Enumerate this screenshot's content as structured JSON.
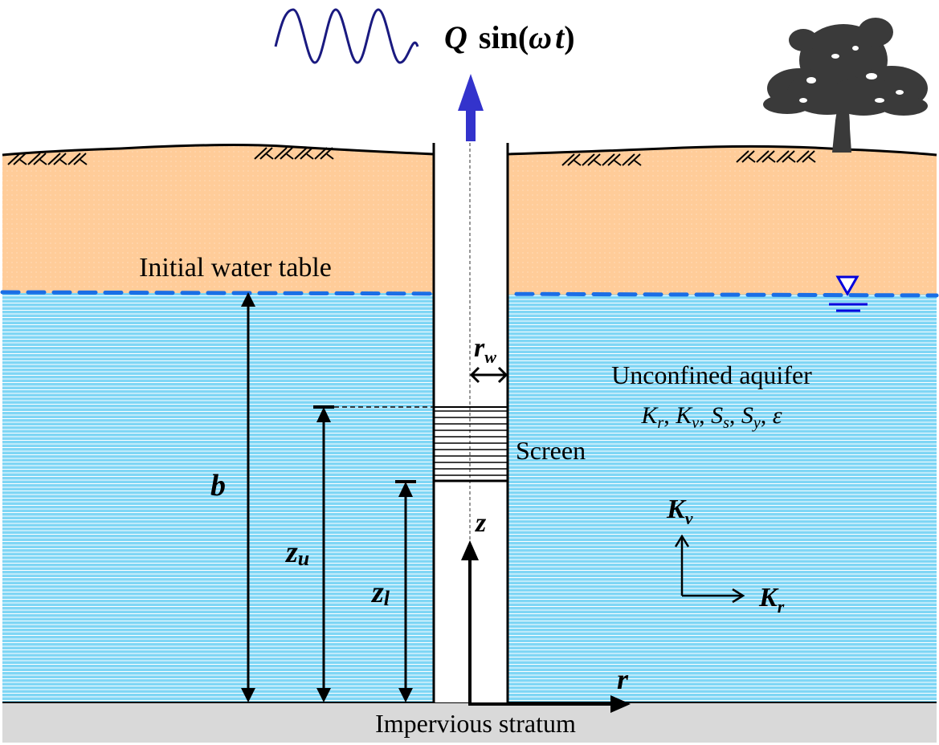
{
  "title": "Unconfined aquifer with oscillatory pumping well",
  "pumping": {
    "formula_q": "Q",
    "formula_sin": "sin(",
    "formula_omega": "ω",
    "formula_t": "t",
    "formula_close": ")",
    "wave_color": "#1a1a80",
    "arrow_color": "#3333cc"
  },
  "labels": {
    "initial_water_table": "Initial water table",
    "unconfined_aquifer": "Unconfined aquifer",
    "params": {
      "k": "K",
      "r": "r",
      "v": "v",
      "s": "S",
      "s_sub": "s",
      "y": "y",
      "sep": ", ",
      "epsilon": "ε"
    },
    "screen": "Screen",
    "impervious": "Impervious stratum",
    "b": "b",
    "z_u": "z",
    "z_u_sub": "u",
    "z_l": "z",
    "z_l_sub": "l",
    "z_axis": "z",
    "r_axis": "r",
    "r_w": "r",
    "r_w_sub": "w",
    "kv": "K",
    "kv_sub": "v",
    "kr": "K",
    "kr_sub": "r"
  },
  "colors": {
    "soil": "#ffcc99",
    "water": "#7fd6f5",
    "water_line": "#ffffff",
    "water_table": "#1a6ee6",
    "stratum": "#d9d9d9",
    "tree": "#3a3a3a",
    "triangle": "#0000dd"
  }
}
